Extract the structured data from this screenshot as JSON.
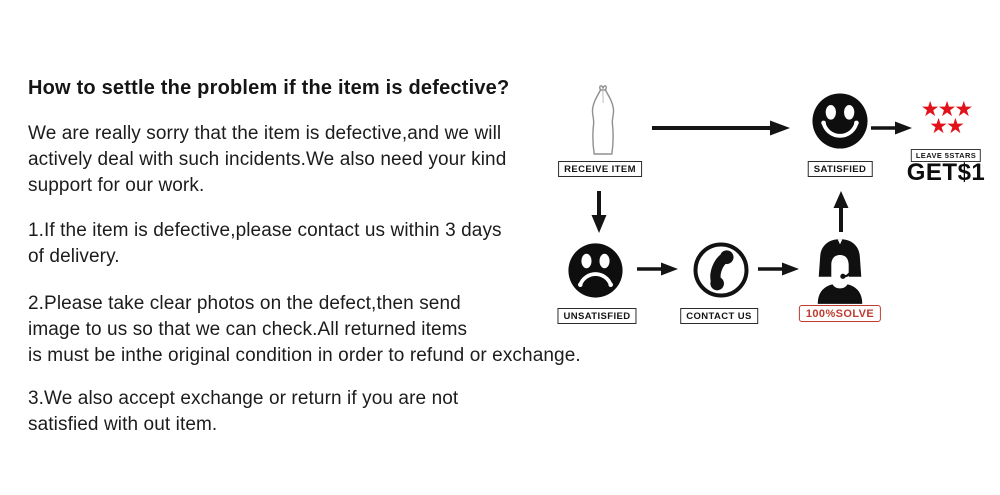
{
  "content": {
    "title": "How to settle the problem if the item is defective?",
    "intro": "We are really sorry that the item is defective,and we will\nactively deal with such incidents.We also need your kind\nsupport for our work.",
    "point1": "1.If the item is defective,please contact us within 3 days\nof delivery.",
    "point2": "2.Please take clear photos on the defect,then send\nimage to us so that we can check.All returned items\nis must be inthe original condition in order to refund or exchange.",
    "point3": "3.We also accept exchange or return if you are not\nsatisfied with out item."
  },
  "flowchart": {
    "receive_label": "RECEIVE ITEM",
    "satisfied_label": "SATISFIED",
    "leave_stars_label": "LEAVE 5STARS",
    "reward_text": "GET$1",
    "stars_row1": "★★★",
    "stars_row2": "★★",
    "unsatisfied_label": "UNSATISFIED",
    "contact_label": "CONTACT US",
    "solve_label": "100%SOLVE",
    "star_color": "#e2121b",
    "solve_color": "#c03a30",
    "ink_color": "#141414"
  }
}
